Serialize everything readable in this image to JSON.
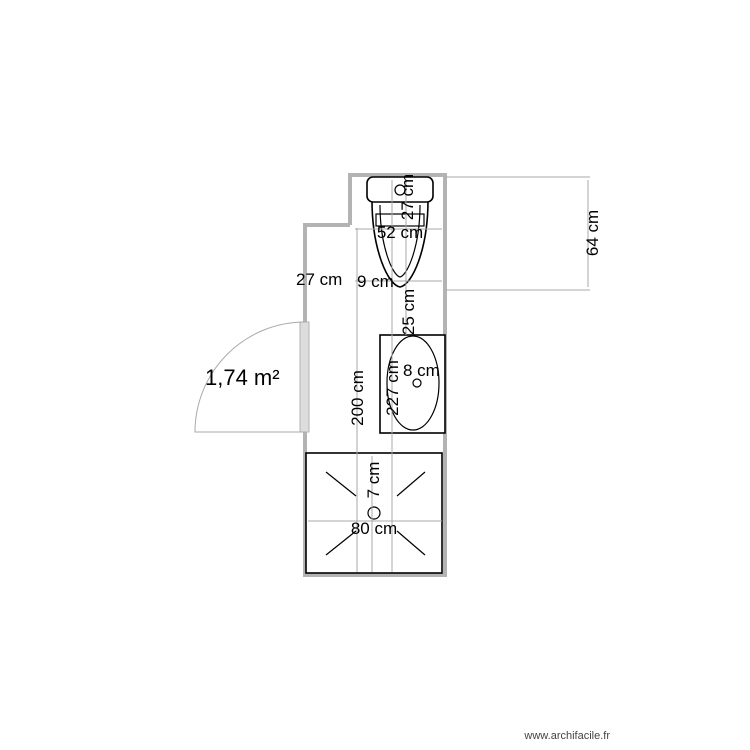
{
  "plan": {
    "area_label": "1,74 m²",
    "dimensions": {
      "toilet_depth": "27 cm",
      "toilet_width": "52 cm",
      "recess_width": "27 cm",
      "toilet_offset": "9 cm",
      "toilet_zone_height": "64 cm",
      "sink_gap": "25 cm",
      "sink_offset": "8 cm",
      "total_length": "227 cm",
      "room_length": "200 cm",
      "shower_width": "80 cm",
      "shower_drain": "7 cm"
    },
    "colors": {
      "wall": "#b3b3b3",
      "dimension": "#aaaaaa",
      "fixture": "#000000"
    }
  },
  "watermark": "www.archifacile.fr"
}
